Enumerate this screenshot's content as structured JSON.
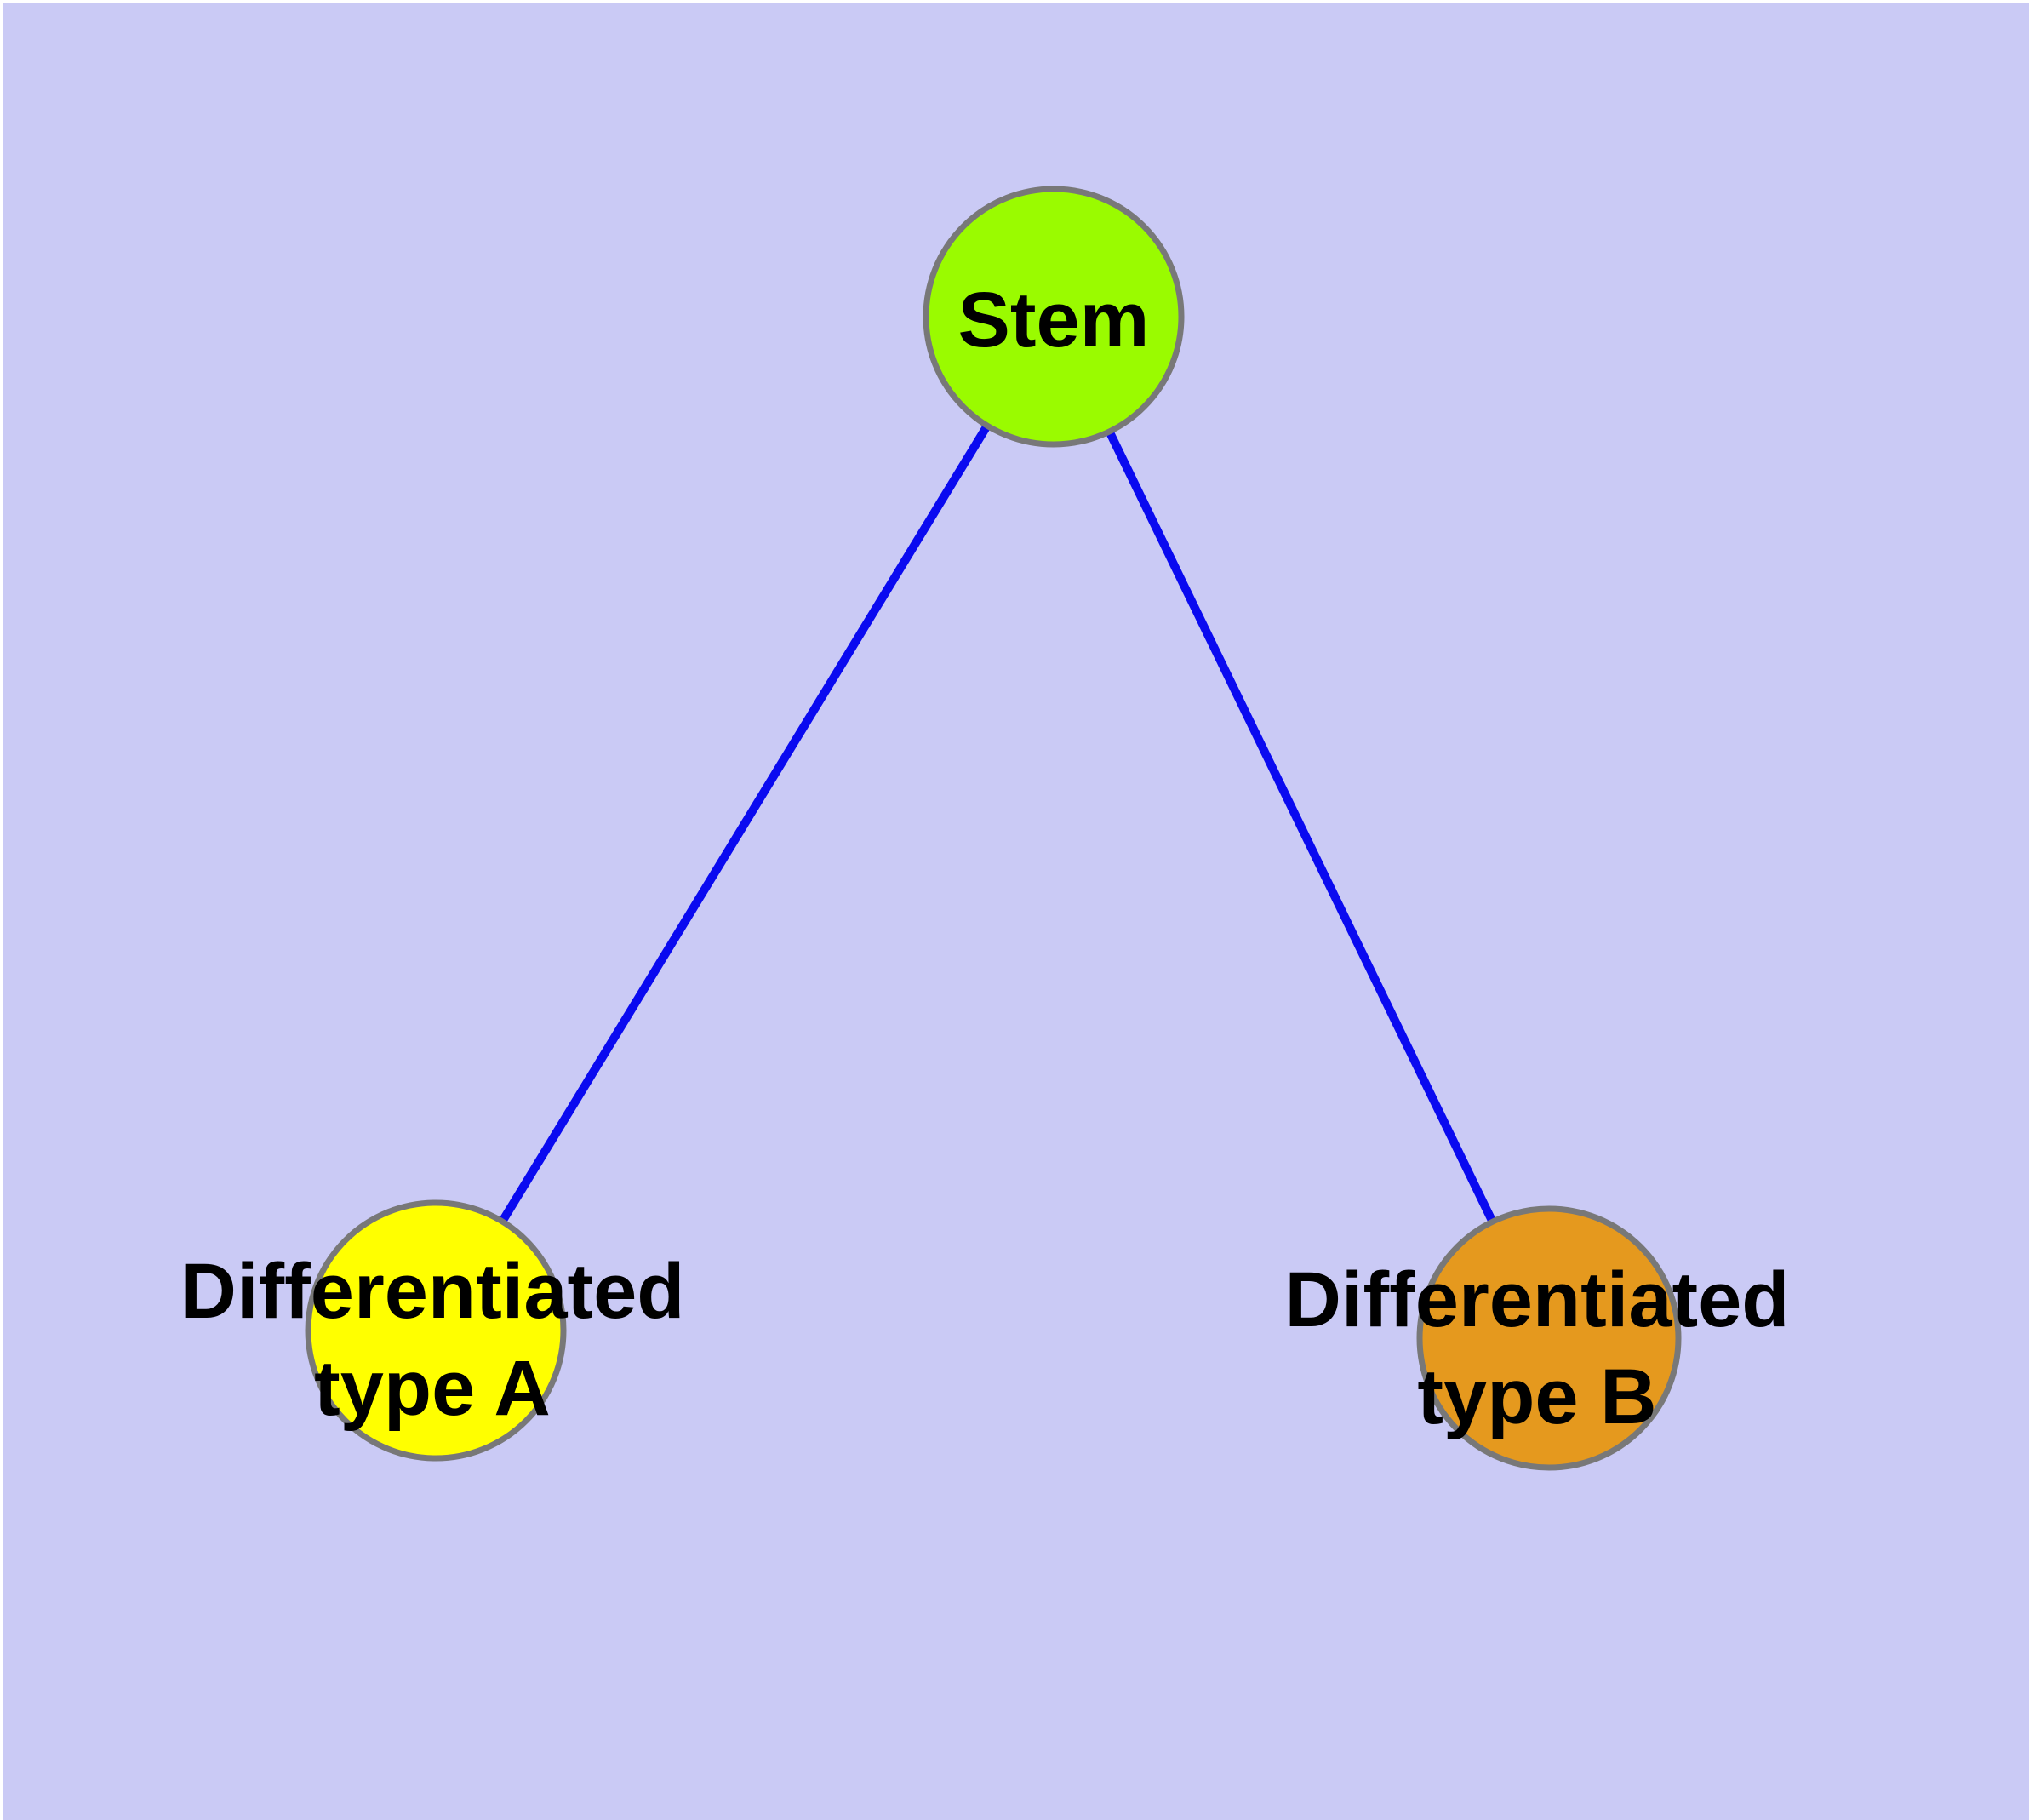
{
  "canvas": {
    "background_color": "#CACAF5",
    "text_color": "#000000"
  },
  "nodes": {
    "stem": {
      "label": "Stem",
      "color": "#9AFB00",
      "border_color": "#787878"
    },
    "type_a": {
      "label_line1": "Differentiated",
      "label_line2": "type A",
      "color": "#FFFF00",
      "border_color": "#787878"
    },
    "type_b": {
      "label_line1": "Differentiated",
      "label_line2": "type B",
      "color": "#E5991E",
      "border_color": "#787878"
    }
  },
  "edges": {
    "color": "#0A0AF0",
    "items": [
      {
        "from": "Stem",
        "to": "Differentiated type A"
      },
      {
        "from": "Stem",
        "to": "Differentiated type B"
      }
    ]
  }
}
